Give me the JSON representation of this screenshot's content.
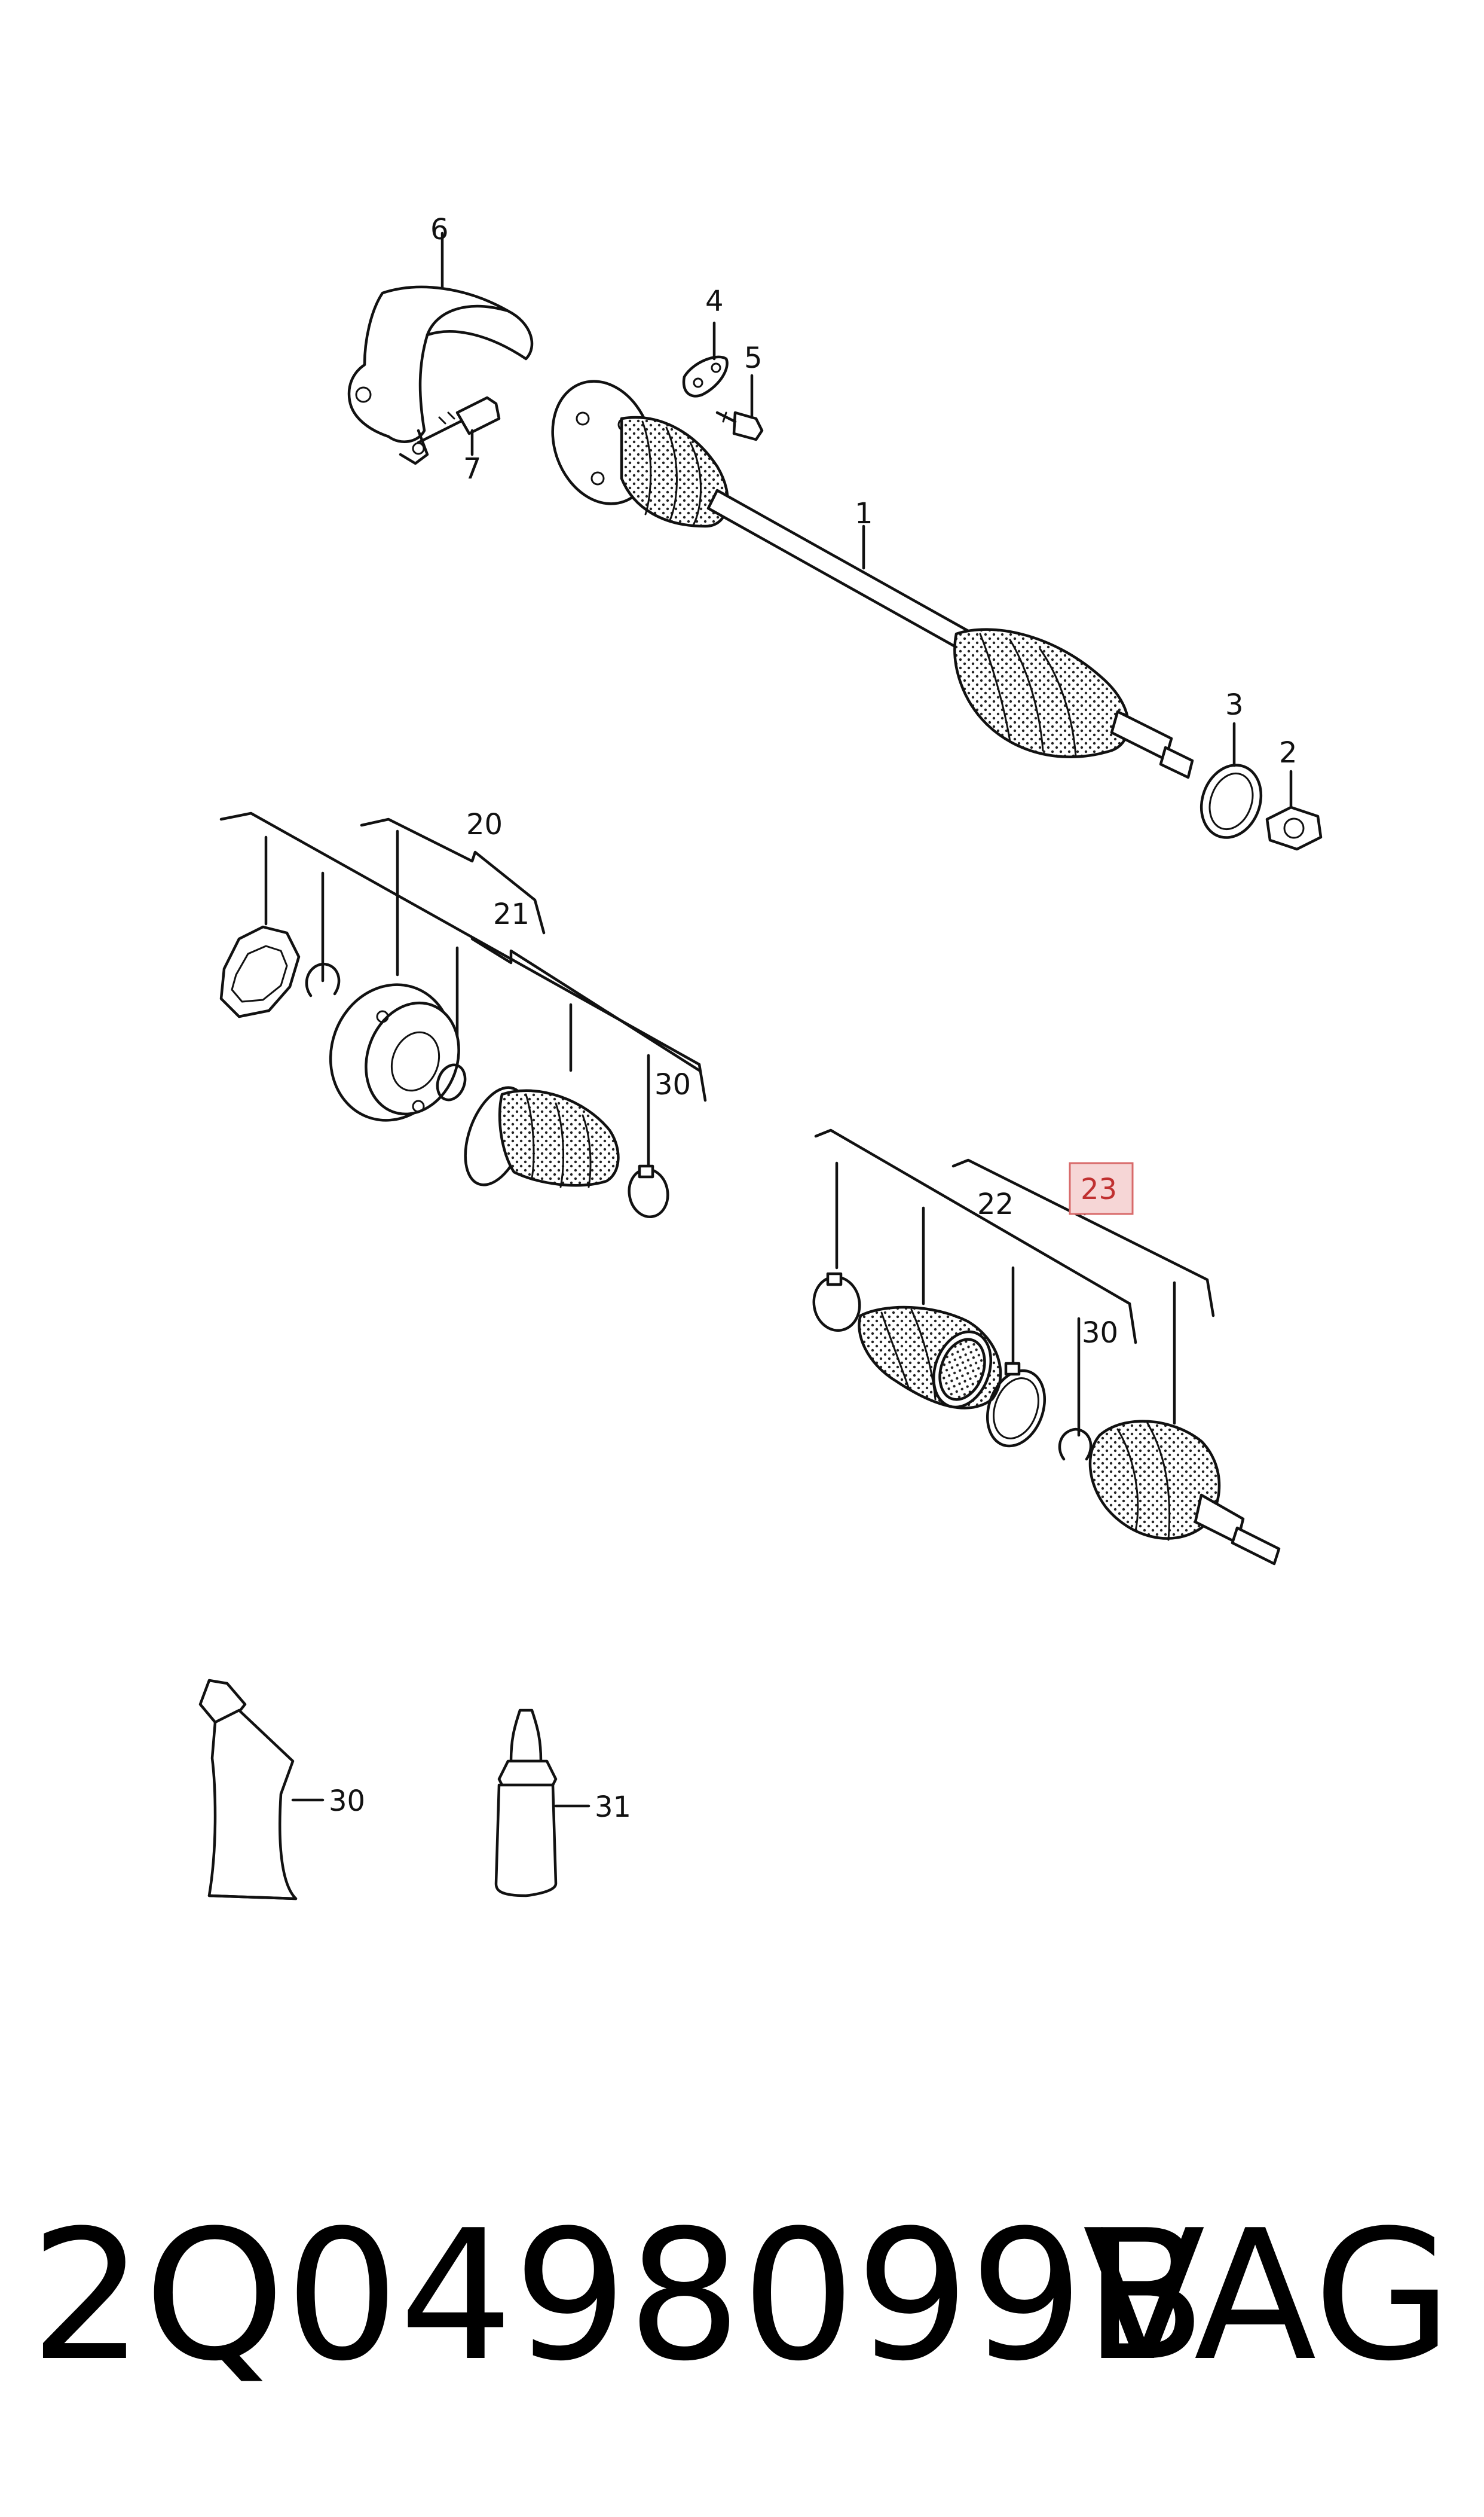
{
  "callouts": {
    "c1": "1",
    "c2": "2",
    "c3": "3",
    "c4": "4",
    "c5": "5",
    "c6": "6",
    "c7": "7",
    "c20": "20",
    "c21": "21",
    "c22": "22",
    "c23": "23",
    "c30a": "30",
    "c30b": "30",
    "c30c": "30",
    "c31": "31"
  },
  "highlight": {
    "callout": "23",
    "fill": "#f6d6d6",
    "stroke": "#d86a6a",
    "text_color": "#c03030"
  },
  "footer": {
    "part_number": "2Q0498099B",
    "brand": "VAG"
  }
}
